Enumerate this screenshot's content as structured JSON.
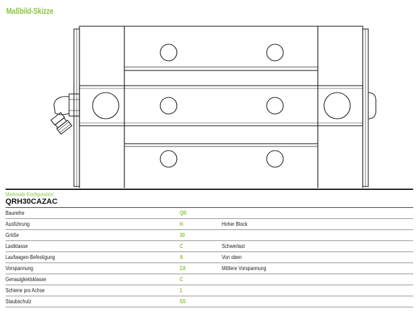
{
  "title": "Maßbild-Skizze",
  "config": {
    "label": "Merkmale Konfiguration:",
    "code": "QRH30CAZAC",
    "rows": [
      {
        "key": "Baureihe",
        "value": "QR",
        "desc": ""
      },
      {
        "key": "Ausführung",
        "value": "H",
        "desc": "Hoher Block"
      },
      {
        "key": "Größe",
        "value": "30",
        "desc": ""
      },
      {
        "key": "Lastklasse",
        "value": "C",
        "desc": "Schwerlast"
      },
      {
        "key": "Laufwagen-Befestigung",
        "value": "A",
        "desc": "Von oben"
      },
      {
        "key": "Vorspannung",
        "value": "ZA",
        "desc": "Mittlere Vorspannung"
      },
      {
        "key": "Genauigkeitsklasse",
        "value": "C",
        "desc": ""
      },
      {
        "key": "Schiene pro Achse",
        "value": "1",
        "desc": ""
      },
      {
        "key": "Staubschutz",
        "value": "SS",
        "desc": ""
      }
    ]
  },
  "colors": {
    "accent": "#8cc63f",
    "line": "#222222"
  }
}
